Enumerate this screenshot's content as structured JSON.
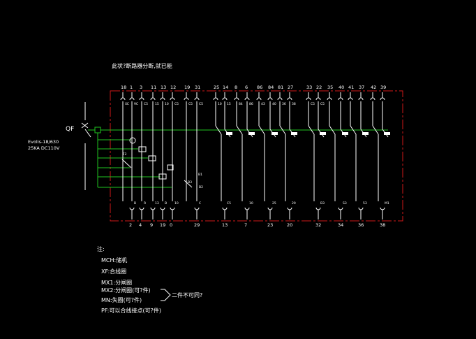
{
  "title": "此状?断路器分断,就已能",
  "breaker": {
    "label": "QF",
    "model": "Evolis-18/630",
    "rating": "25KA DC110V"
  },
  "top_terminals": [
    "18",
    "1",
    "3",
    "11",
    "13",
    "12",
    "19",
    "31",
    "25",
    "14",
    "8",
    "6",
    "86",
    "84",
    "81",
    "27",
    "33",
    "22",
    "35",
    "40",
    "41",
    "37",
    "42",
    "39"
  ],
  "bottom_terminals": [
    "2",
    "4",
    "9",
    "19",
    "0",
    "29",
    "13",
    "7",
    "23",
    "20",
    "32",
    "34",
    "36",
    "38"
  ],
  "contact_labels": {
    "top_small": [
      "XC",
      "9C",
      "C5",
      "15",
      "10",
      "C5",
      "C5",
      "C5",
      "10",
      "15",
      "84",
      "86",
      "43",
      "40",
      "36",
      "38",
      "C5",
      "C5"
    ],
    "bottom_small": [
      "B",
      "R",
      "13",
      "B",
      "10",
      "C",
      "C5",
      "10",
      "25",
      "20",
      "B3",
      "S3",
      "53",
      "M1"
    ]
  },
  "notes": {
    "heading": "注:",
    "lines": [
      "MCH:储机",
      "XF:合线圈",
      "MX1:分闸圈",
      "MX2:分闸圈(可?件)",
      "MN:失圈(可?件)",
      "PF:可以合线接点(可?件)"
    ],
    "bracket_note": "二件不可同?"
  },
  "colors": {
    "background": "#000000",
    "lines": "#ffffff",
    "wires": "#21c321",
    "frame": "#d01818"
  }
}
